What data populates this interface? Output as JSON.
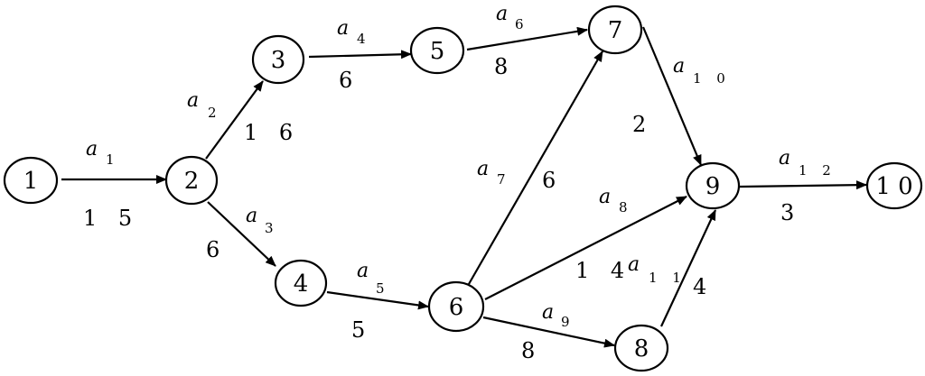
{
  "nodes": [
    {
      "id": "1",
      "label": "1"
    },
    {
      "id": "2",
      "label": "2"
    },
    {
      "id": "3",
      "label": "3"
    },
    {
      "id": "4",
      "label": "4"
    },
    {
      "id": "5",
      "label": "5"
    },
    {
      "id": "6",
      "label": "6"
    },
    {
      "id": "7",
      "label": "7"
    },
    {
      "id": "8",
      "label": "8"
    },
    {
      "id": "9",
      "label": "9"
    },
    {
      "id": "10",
      "label": "1 0"
    }
  ],
  "edges": [
    {
      "from": "1",
      "to": "2",
      "activity": "a",
      "sub": "1",
      "weight": "1 5"
    },
    {
      "from": "2",
      "to": "3",
      "activity": "a",
      "sub": "2",
      "weight": "1 6"
    },
    {
      "from": "2",
      "to": "4",
      "activity": "a",
      "sub": "3",
      "weight": "6"
    },
    {
      "from": "3",
      "to": "5",
      "activity": "a",
      "sub": "4",
      "weight": "6"
    },
    {
      "from": "4",
      "to": "6",
      "activity": "a",
      "sub": "5",
      "weight": "5"
    },
    {
      "from": "5",
      "to": "7",
      "activity": "a",
      "sub": "6",
      "weight": "8"
    },
    {
      "from": "6",
      "to": "7",
      "activity": "a",
      "sub": "7",
      "weight": "6"
    },
    {
      "from": "6",
      "to": "9",
      "activity": "a",
      "sub": "8",
      "weight": "1 4"
    },
    {
      "from": "6",
      "to": "8",
      "activity": "a",
      "sub": "9",
      "weight": "8"
    },
    {
      "from": "7",
      "to": "9",
      "activity": "a",
      "sub": "1 0",
      "weight": "2"
    },
    {
      "from": "8",
      "to": "9",
      "activity": "a",
      "sub": "1 1",
      "weight": "4"
    },
    {
      "from": "9",
      "to": "10",
      "activity": "a",
      "sub": "1 2",
      "weight": "3"
    }
  ]
}
